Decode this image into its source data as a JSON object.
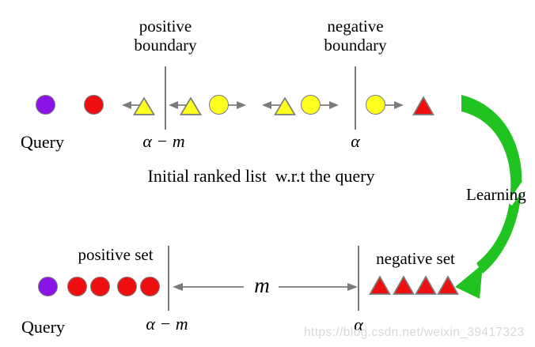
{
  "colors": {
    "purple": "#8A15E6",
    "red": "#EE1010",
    "yellow": "#FFFF1E",
    "gray": "#7B7B7B",
    "green": "#21C321",
    "watermark_gray": "#D5D9DB"
  },
  "top_section": {
    "positive_boundary": {
      "line1": "positive",
      "line2": "boundary"
    },
    "negative_boundary": {
      "line1": "negative",
      "line2": "boundary"
    },
    "query_label": "Query",
    "positive_threshold": "α − m",
    "negative_threshold": "α",
    "caption": "Initial ranked list  w.r.t the query",
    "markers": [
      "purple-circle",
      "red-circle",
      "yellow-triangle-left-arrow",
      "yellow-triangle-left-arrow",
      "yellow-circle-right-arrow",
      "yellow-triangle-left-arrow",
      "yellow-circle-right-arrow",
      "yellow-circle-right-arrow",
      "red-triangle"
    ]
  },
  "learning_label": "Learning",
  "bottom_section": {
    "positive_set_label": "positive set",
    "negative_set_label": "negative set",
    "query_label": "Query",
    "positive_threshold": "α − m",
    "negative_threshold": "α",
    "margin_label": "m",
    "markers": [
      "purple-circle",
      "red-circle",
      "red-circle",
      "red-circle",
      "red-circle",
      "red-triangle",
      "red-triangle",
      "red-triangle",
      "red-triangle"
    ]
  },
  "watermark": "https://blog.csdn.net/weixin_39417323"
}
